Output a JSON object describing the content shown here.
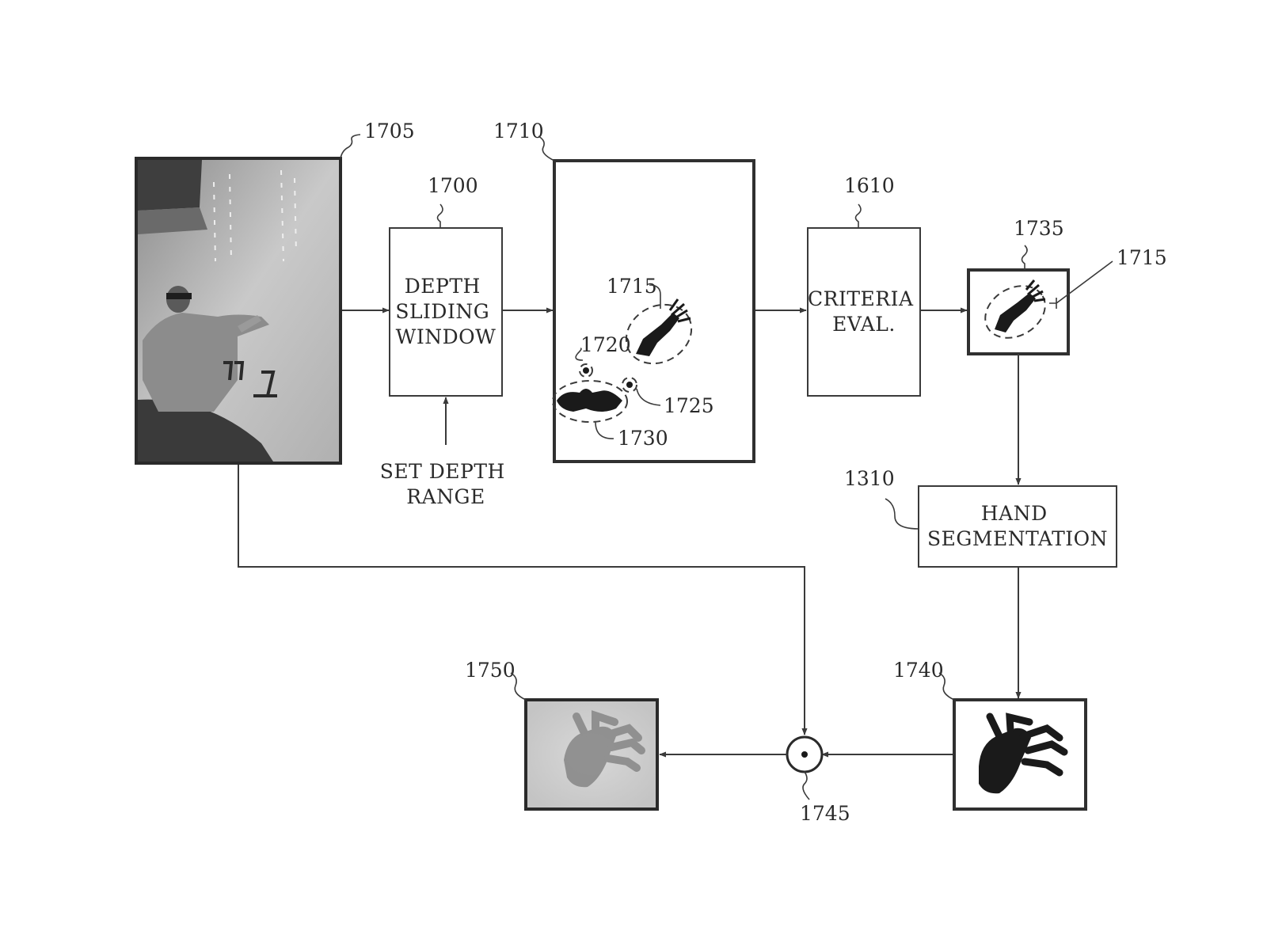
{
  "refs": {
    "r1705": "1705",
    "r1700": "1700",
    "r1710": "1710",
    "r1610": "1610",
    "r1735": "1735",
    "r1715a": "1715",
    "r1715b": "1715",
    "r1720": "1720",
    "r1725": "1725",
    "r1730": "1730",
    "r1310": "1310",
    "r1740": "1740",
    "r1745": "1745",
    "r1750": "1750"
  },
  "blocks": {
    "depth_sliding_window": [
      "DEPTH",
      "SLIDING",
      "WINDOW"
    ],
    "criteria_eval": [
      "CRITERIA",
      "EVAL."
    ],
    "hand_segmentation": [
      "HAND",
      "SEGMENTATION"
    ],
    "set_depth_range": [
      "SET DEPTH",
      "RANGE"
    ]
  }
}
